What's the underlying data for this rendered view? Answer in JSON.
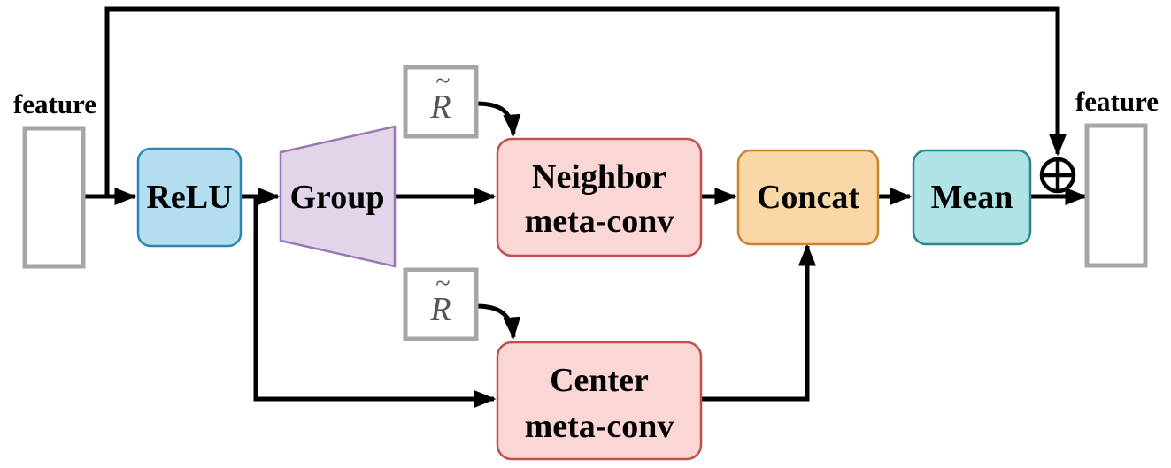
{
  "input_feature": {
    "label": "feature"
  },
  "output_feature": {
    "label": "feature"
  },
  "relu": {
    "label": "ReLU",
    "fill": "#b3def0",
    "stroke": "#2c86b0"
  },
  "group": {
    "label": "Group",
    "fill": "#e2d5ea",
    "stroke": "#9b77b4"
  },
  "neighbor_meta_conv": {
    "line1": "Neighbor",
    "line2": "meta-conv",
    "fill": "#fad7d4",
    "stroke": "#c0504d"
  },
  "center_meta_conv": {
    "line1": "Center",
    "line2": "meta-conv",
    "fill": "#fad7d4",
    "stroke": "#c0504d"
  },
  "concat": {
    "label": "Concat",
    "fill": "#fad7a6",
    "stroke": "#c9822e"
  },
  "mean": {
    "label": "Mean",
    "fill": "#b0e3e6",
    "stroke": "#27888f"
  },
  "rotation_top": {
    "symbol": "R",
    "accent": "~"
  },
  "rotation_bottom": {
    "symbol": "R",
    "accent": "~"
  },
  "residual_add": {
    "symbol": "⊕"
  },
  "feature_box_color": "#a6a6a6"
}
